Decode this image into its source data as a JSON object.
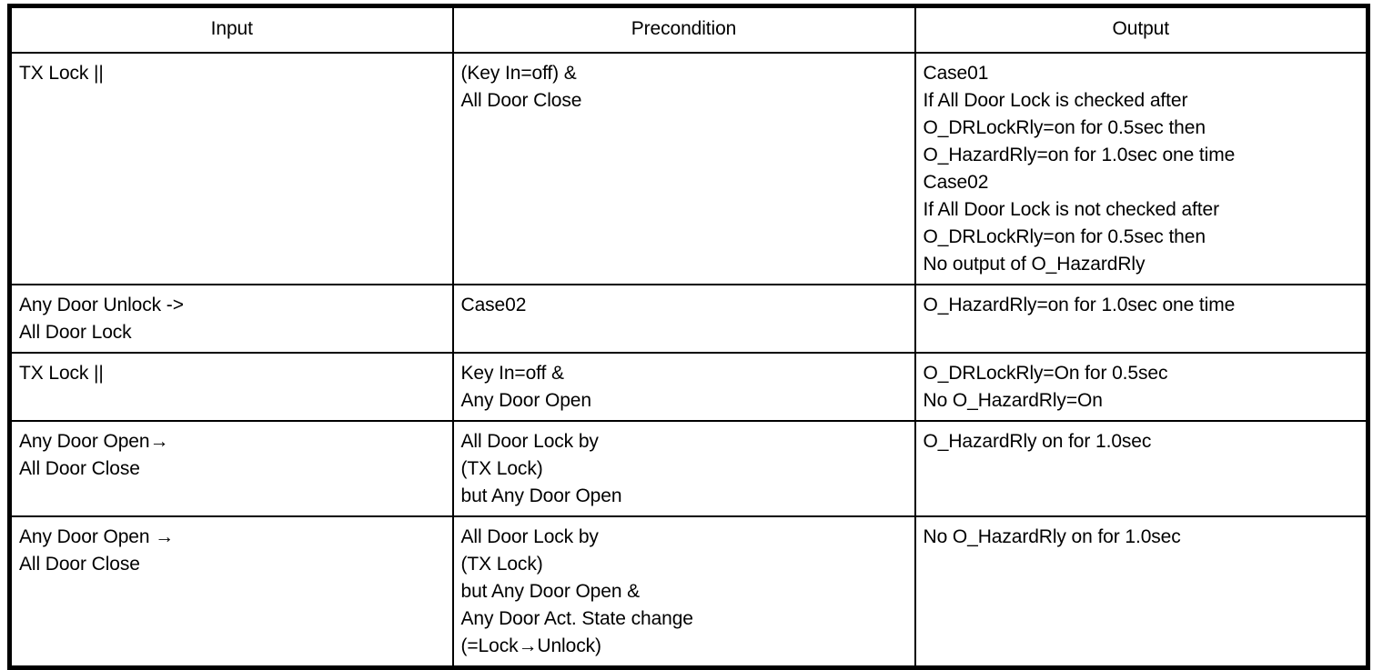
{
  "document": {
    "kind": "requirements-table",
    "background_color": "#ffffff",
    "text_color": "#000000",
    "border_color": "#000000"
  },
  "table": {
    "headers": [
      {
        "label": "Input"
      },
      {
        "label": "Precondition"
      },
      {
        "label": "Output"
      }
    ],
    "rows": [
      {
        "input": "TX Lock ||",
        "precondition": "(Key In=off) &\nAll Door Close",
        "output": "Case01\nIf All Door Lock is checked after\nO_DRLockRly=on for 0.5sec then\nO_HazardRly=on for 1.0sec one time\nCase02\nIf All Door Lock is not checked after\nO_DRLockRly=on for 0.5sec then\nNo output of O_HazardRly"
      },
      {
        "input": "Any Door Unlock ->\nAll Door Lock",
        "precondition": "Case02",
        "output": "O_HazardRly=on for 1.0sec one time"
      },
      {
        "input": "TX Lock ||",
        "precondition": "Key In=off &\nAny Door Open",
        "output": "O_DRLockRly=On for 0.5sec\nNo O_HazardRly=On"
      },
      {
        "input": "Any Door Open→\nAll Door Close",
        "precondition": "All Door Lock by\n(TX Lock)\nbut Any Door Open",
        "output": "O_HazardRly on for 1.0sec"
      },
      {
        "input": "Any Door Open →\nAll Door Close",
        "precondition": "All Door Lock by\n(TX Lock)\nbut Any Door Open &\nAny Door Act. State change\n(=Lock→Unlock)",
        "output": "No O_HazardRly on for 1.0sec"
      }
    ]
  }
}
